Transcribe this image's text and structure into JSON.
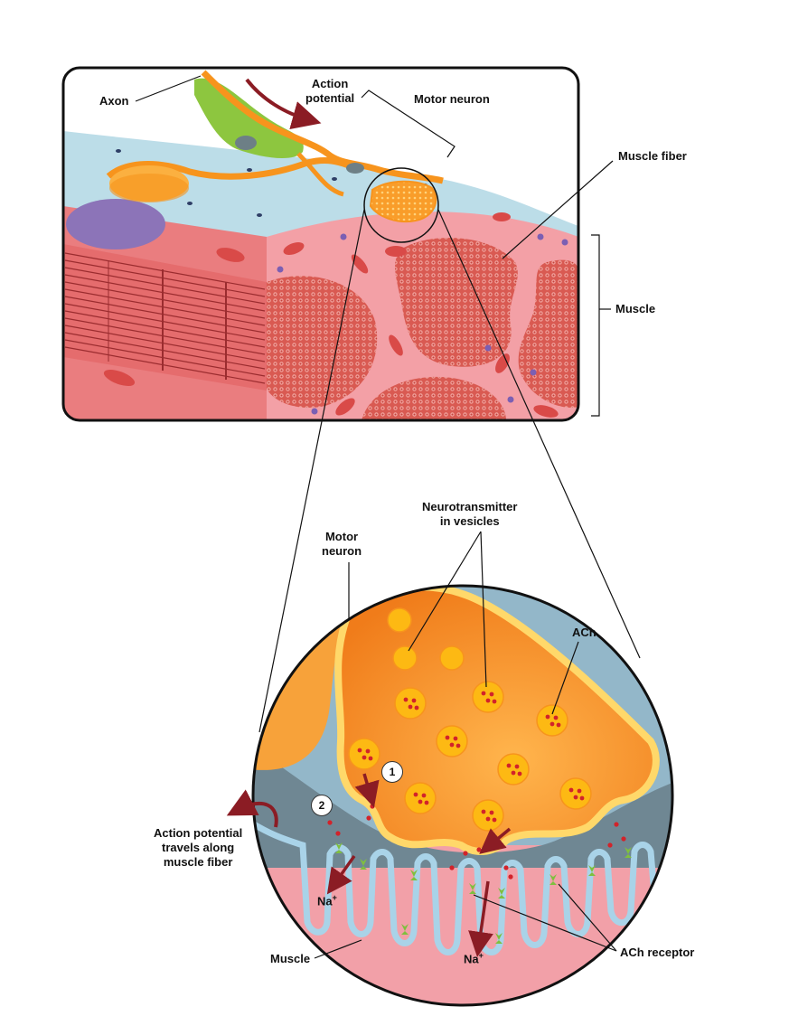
{
  "labels": {
    "axon": "Axon",
    "action_potential": "Action\npotential",
    "motor_neuron_top": "Motor neuron",
    "muscle_fiber": "Muscle fiber",
    "muscle_right": "Muscle",
    "motor_neuron_bottom": "Motor\nneuron",
    "neurotransmitter": "Neurotransmitter\nin vesicles",
    "ach": "ACh",
    "action_potential_travels": "Action potential\ntravels along\nmuscle fiber",
    "na_left": "Na",
    "na_center": "Na",
    "na_superscript": "+",
    "muscle_bottom": "Muscle",
    "ach_receptor": "ACh receptor"
  },
  "steps": [
    "1",
    "2"
  ],
  "colors": {
    "neuron_orange": "#f7941d",
    "neuron_light": "#ffc94a",
    "muscle_pink": "#f3a1a6",
    "muscle_red": "#e0574f",
    "membrane_blue": "#a9d3e8",
    "cleft_gray": "#6f8793",
    "schwann_green": "#8dc63f",
    "arrow_dark_red": "#8b1c24",
    "receptor_green": "#7fbf3f"
  }
}
